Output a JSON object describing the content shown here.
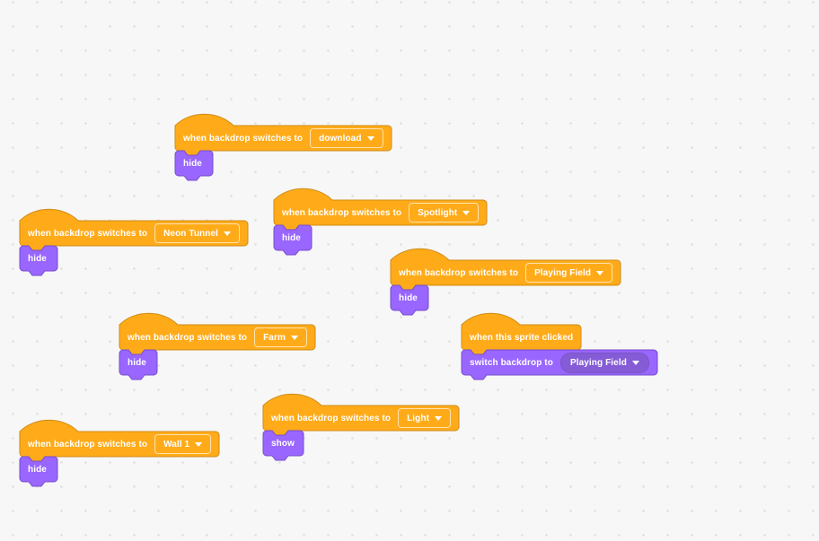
{
  "colors": {
    "workspace_bg": "#F7F7F7",
    "workspace_dot": "#E1E1E1",
    "events_fill": "#FFAB19",
    "events_stroke": "#CF8B17",
    "looks_fill": "#9966FF",
    "looks_stroke": "#774DCB",
    "looks_field_fill": "#855CD6",
    "label_text": "#FFFFFF"
  },
  "scripts": [
    {
      "hat_label": "when backdrop switches to",
      "backdrop": "download",
      "body_label": "hide"
    },
    {
      "hat_label": "when backdrop switches to",
      "backdrop": "Spotlight",
      "body_label": "hide"
    },
    {
      "hat_label": "when backdrop switches to",
      "backdrop": "Neon Tunnel",
      "body_label": "hide"
    },
    {
      "hat_label": "when backdrop switches to",
      "backdrop": "Playing Field",
      "body_label": "hide"
    },
    {
      "hat_label": "when backdrop switches to",
      "backdrop": "Farm",
      "body_label": "hide"
    },
    {
      "hat_label": "when this sprite clicked",
      "body_label": "switch backdrop to",
      "body_backdrop": "Playing Field"
    },
    {
      "hat_label": "when backdrop switches to",
      "backdrop": "Light",
      "body_label": "show"
    },
    {
      "hat_label": "when backdrop switches to",
      "backdrop": "Wall 1",
      "body_label": "hide"
    }
  ]
}
